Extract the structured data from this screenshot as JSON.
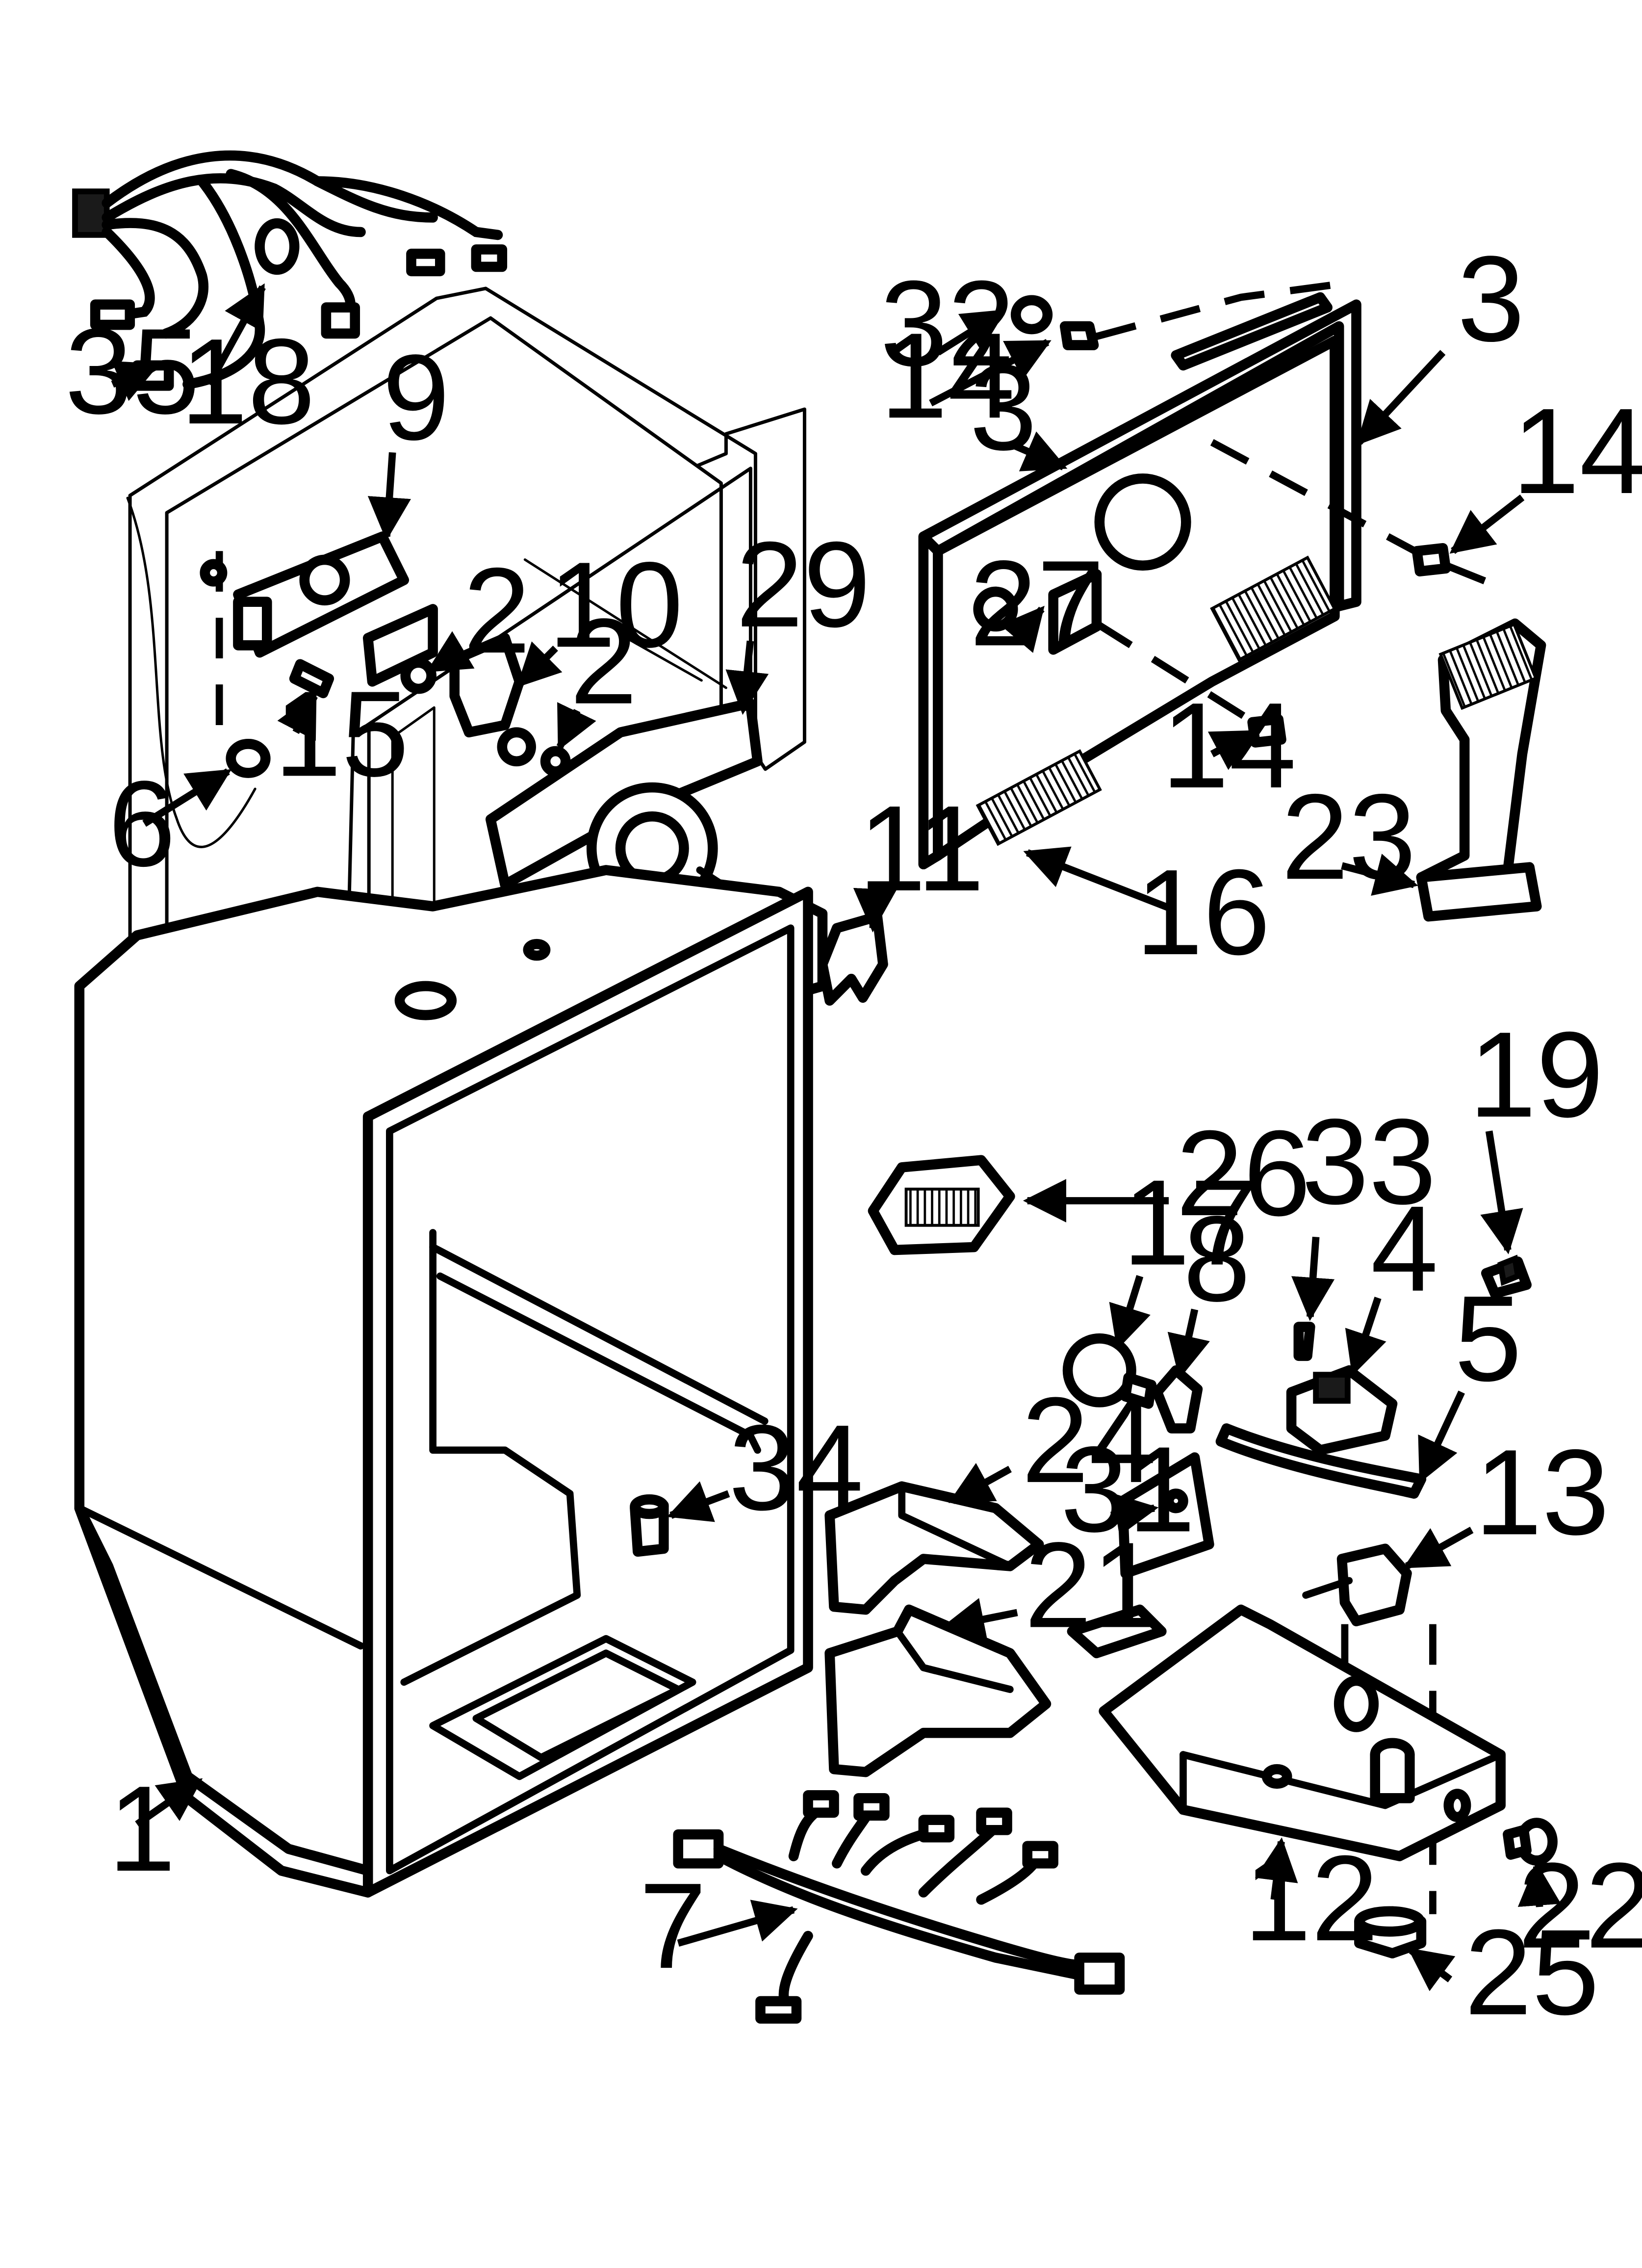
{
  "diagram": {
    "callouts": [
      {
        "id": "c35",
        "number": "35"
      },
      {
        "id": "c18",
        "number": "18"
      },
      {
        "id": "c9",
        "number": "9"
      },
      {
        "id": "c2a",
        "number": "2"
      },
      {
        "id": "c10",
        "number": "10"
      },
      {
        "id": "c2b",
        "number": "2"
      },
      {
        "id": "c29",
        "number": "29"
      },
      {
        "id": "c15",
        "number": "15"
      },
      {
        "id": "c6",
        "number": "6"
      },
      {
        "id": "c11",
        "number": "11"
      },
      {
        "id": "c1",
        "number": "1"
      },
      {
        "id": "c34",
        "number": "34"
      },
      {
        "id": "c32",
        "number": "32"
      },
      {
        "id": "c14a",
        "number": "14"
      },
      {
        "id": "c3a",
        "number": "3"
      },
      {
        "id": "c3b",
        "number": "3"
      },
      {
        "id": "c14b",
        "number": "14"
      },
      {
        "id": "c27",
        "number": "27"
      },
      {
        "id": "c14c",
        "number": "14"
      },
      {
        "id": "c16",
        "number": "16"
      },
      {
        "id": "c23",
        "number": "23"
      },
      {
        "id": "c19",
        "number": "19"
      },
      {
        "id": "c26",
        "number": "26"
      },
      {
        "id": "c33",
        "number": "33"
      },
      {
        "id": "c17",
        "number": "17"
      },
      {
        "id": "c8",
        "number": "8"
      },
      {
        "id": "c4",
        "number": "4"
      },
      {
        "id": "c5",
        "number": "5"
      },
      {
        "id": "c24",
        "number": "24"
      },
      {
        "id": "c31",
        "number": "31"
      },
      {
        "id": "c13",
        "number": "13"
      },
      {
        "id": "c21",
        "number": "21"
      },
      {
        "id": "c12",
        "number": "12"
      },
      {
        "id": "c22",
        "number": "22"
      },
      {
        "id": "c25",
        "number": "25"
      },
      {
        "id": "c7",
        "number": "7"
      }
    ]
  }
}
